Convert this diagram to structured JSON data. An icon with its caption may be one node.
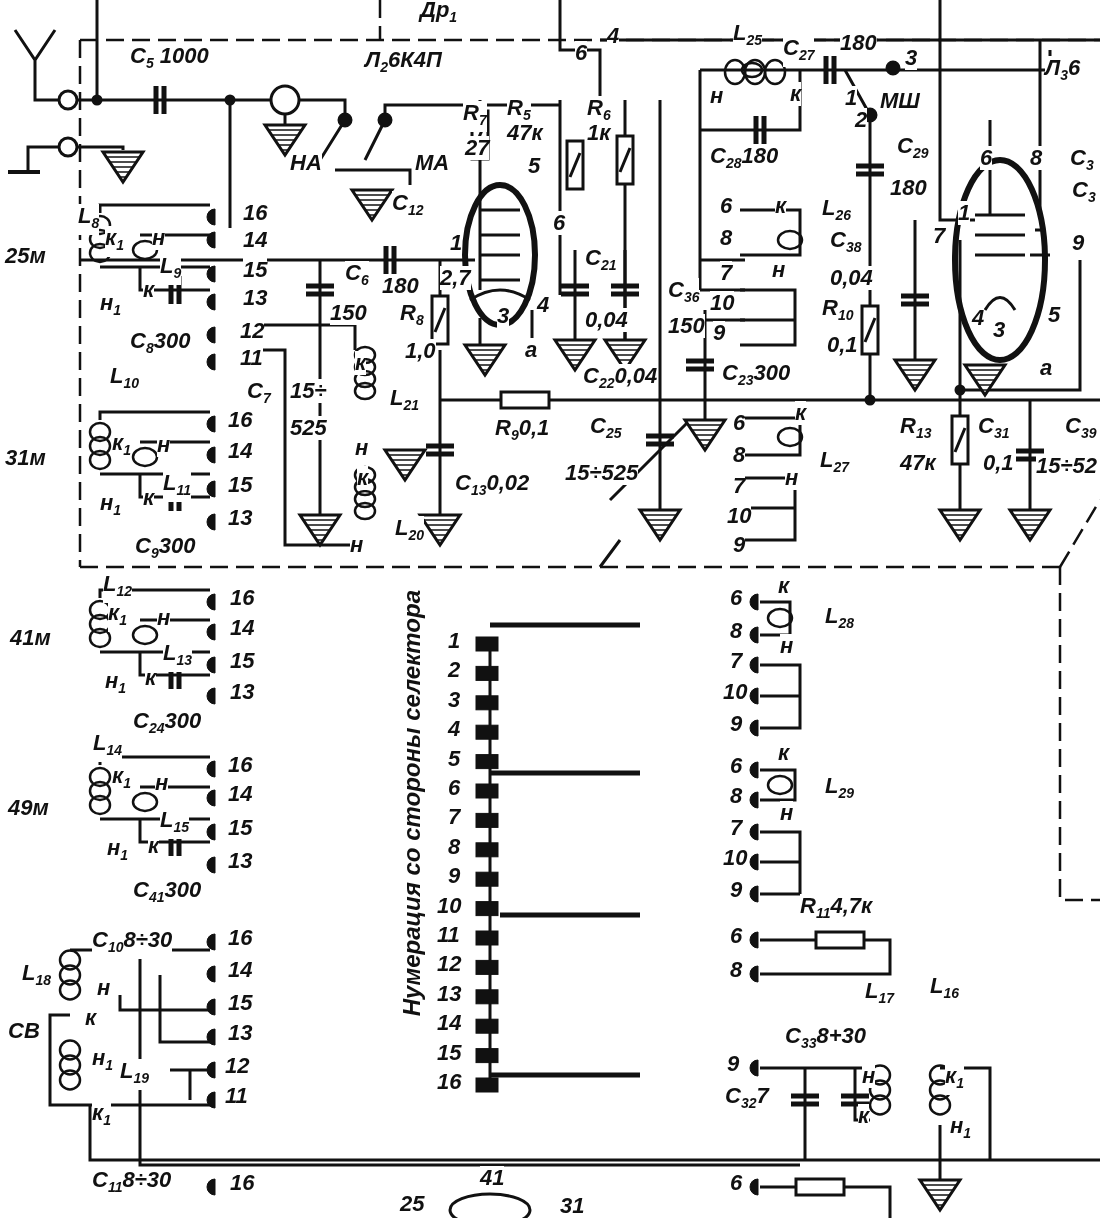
{
  "diagram": {
    "labels": [
      "Др$_{1}$",
      "6",
      "4",
      "C$_{5}$ 1000",
      "Л$_{2}$6К4П",
      "НА",
      "МА",
      "C$_{12}$",
      "R$_{7}$",
      "27",
      "R$_{5}$",
      "47к",
      "R$_{6}$",
      "1к",
      "5",
      "6",
      "L$_{25}$",
      "C$_{27}$",
      "180",
      "3",
      "н",
      "к",
      "1",
      "2",
      "МШ",
      "Л$_{3}$6",
      "C$_{28}$180",
      "C$_{29}$",
      "180",
      "6",
      "8",
      "C$_{3}$",
      "C$_{3}$",
      "L$_{8}$",
      "16",
      "к$_{1}$",
      "н",
      "14",
      "25м",
      "L$_{9}$",
      "15",
      "н$_{1}$",
      "к",
      "13",
      "C$_{8}$300",
      "12",
      "11",
      "C$_{6}$",
      "180",
      "150",
      "1",
      "2,7",
      "R$_{8}$",
      "1,0",
      "3",
      "4",
      "а",
      "C$_{21}$",
      "0,04",
      "C$_{22}$0,04",
      "6",
      "к",
      "L$_{26}$",
      "8",
      "C$_{38}$",
      "7",
      "н",
      "C$_{36}$",
      "0,04",
      "10",
      "150",
      "9",
      "R$_{10}$",
      "0,1",
      "C$_{23}$300",
      "1",
      "7",
      "9",
      "4",
      "3",
      "5",
      "а",
      "C$_{7}$",
      "15÷",
      "525",
      "к",
      "L$_{21}$",
      "R$_{9}$0,1",
      "C$_{25}$",
      "н",
      "к",
      "C$_{13}$0,02",
      "15÷525",
      "L$_{20}$",
      "н",
      "L$_{10}$",
      "16",
      "к$_{1}$",
      "н",
      "31м",
      "14",
      "L$_{11}$",
      "15",
      "н$_{1}$",
      "к",
      "13",
      "C$_{9}$300",
      "6",
      "к",
      "8",
      "L$_{27}$",
      "н",
      "7",
      "10",
      "9",
      "R$_{13}$",
      "47к",
      "C$_{31}$",
      "0,1",
      "C$_{39}$",
      "15÷52",
      "L$_{12}$",
      "16",
      "к$_{1}$",
      "н",
      "41м",
      "14",
      "L$_{13}$",
      "15",
      "н$_{1}$",
      "к",
      "13",
      "C$_{24}$300",
      "L$_{14}$",
      "16",
      "к$_{1}$",
      "н",
      "14",
      "49м",
      "L$_{15}$",
      "15",
      "н$_{1}$",
      "к",
      "13",
      "C$_{41}$300",
      "C$_{10}$8÷30",
      "16",
      "L$_{18}$",
      "14",
      "н",
      "15",
      "к",
      "СВ",
      "13",
      "н$_{1}$",
      "L$_{19}$",
      "12",
      "11",
      "к$_{1}$",
      "C$_{11}$8÷30",
      "16",
      "Нумерация со стороны селектора",
      "1",
      "2",
      "3",
      "4",
      "5",
      "6",
      "7",
      "8",
      "9",
      "10",
      "11",
      "12",
      "13",
      "14",
      "15",
      "16",
      "6",
      "к",
      "L$_{28}$",
      "8",
      "н",
      "7",
      "10",
      "9",
      "к",
      "6",
      "8",
      "L$_{29}$",
      "н",
      "7",
      "10",
      "9",
      "R$_{11}$4,7к",
      "6",
      "8",
      "L$_{17}$",
      "L$_{16}$",
      "C$_{33}$8+30",
      "9",
      "н",
      "к$_{1}$",
      "C$_{32}$7",
      "к",
      "н$_{1}$",
      "41",
      "25",
      "31",
      "6"
    ]
  }
}
